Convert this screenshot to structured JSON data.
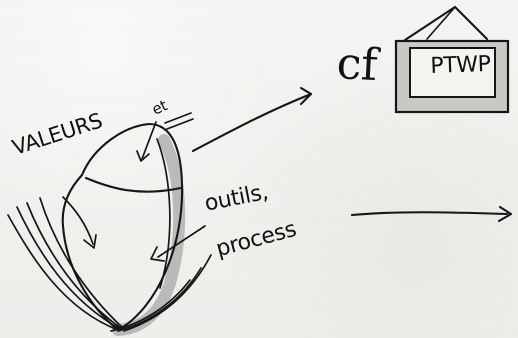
{
  "texts": {
    "valeurs": "VALEURS",
    "et": "et",
    "outils": "outils,",
    "process": "process",
    "cf": "cf",
    "ptwp": "PTWP"
  }
}
